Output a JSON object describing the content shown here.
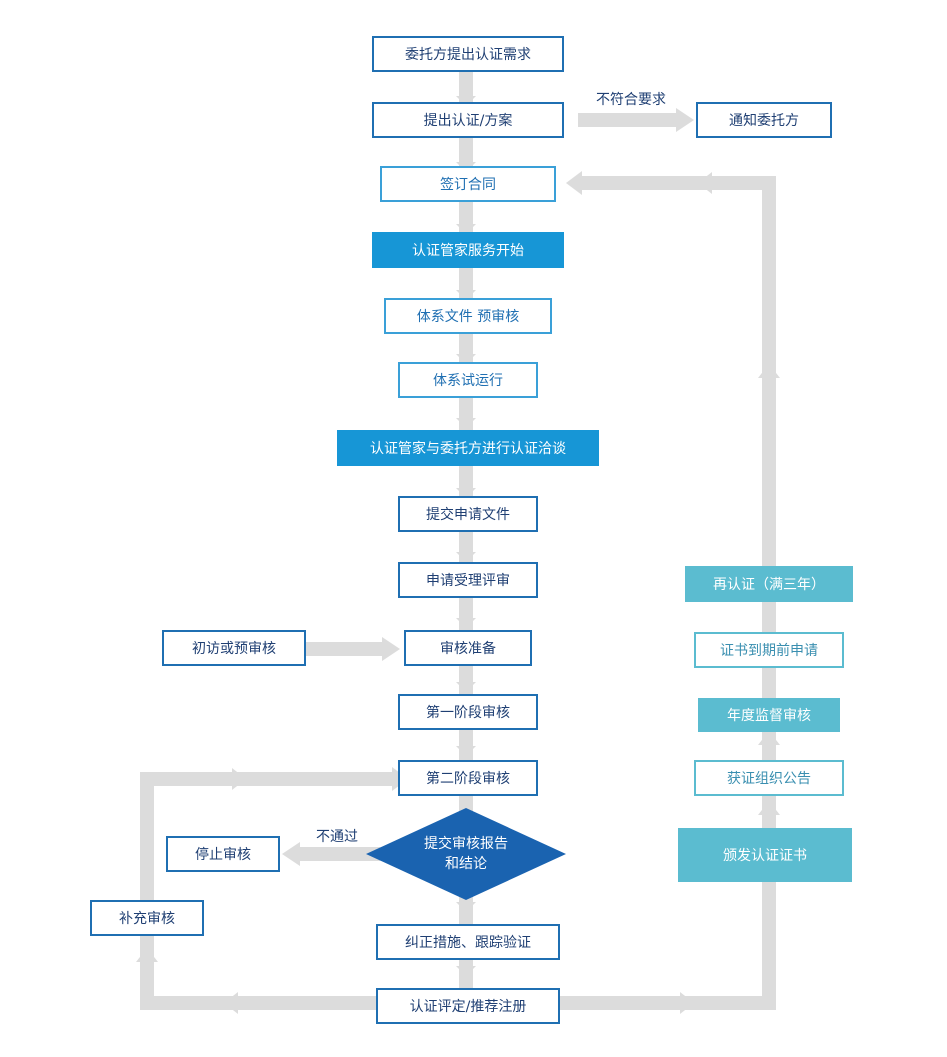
{
  "colors": {
    "connector": "#dcdcdc",
    "dark_blue": "#1f6fb2",
    "sky_blue": "#1796d6",
    "teal": "#5bbcd0",
    "diamond": "#1a63b0"
  },
  "main_steps": {
    "request": "委托方提出认证需求",
    "proposal": "提出认证/方案",
    "contract": "签订合同",
    "service_start": "认证管家服务开始",
    "doc_review": "体系文件 预审核",
    "trial_run": "体系试运行",
    "negotiation": "认证管家与委托方进行认证洽谈",
    "submit_application": "提交申请文件",
    "acceptance_review": "申请受理评审",
    "audit_prep": "审核准备",
    "stage1": "第一阶段审核",
    "stage2": "第二阶段审核",
    "decision_line1": "提交审核报告",
    "decision_line2": "和结论",
    "corrective": "纠正措施、跟踪验证",
    "evaluation": "认证评定/推荐注册"
  },
  "side_steps": {
    "notify_client": "通知委托方",
    "pre_visit": "初访或预审核",
    "stop_audit": "停止审核",
    "supplementary": "补充审核"
  },
  "right_column": {
    "issue_cert": "颁发认证证书",
    "publish_org": "获证组织公告",
    "annual_surveillance": "年度监督审核",
    "pre_expiry_application": "证书到期前申请",
    "recertification": "再认证（满三年）"
  },
  "edge_labels": {
    "nonconforming": "不符合要求",
    "failed": "不通过"
  }
}
